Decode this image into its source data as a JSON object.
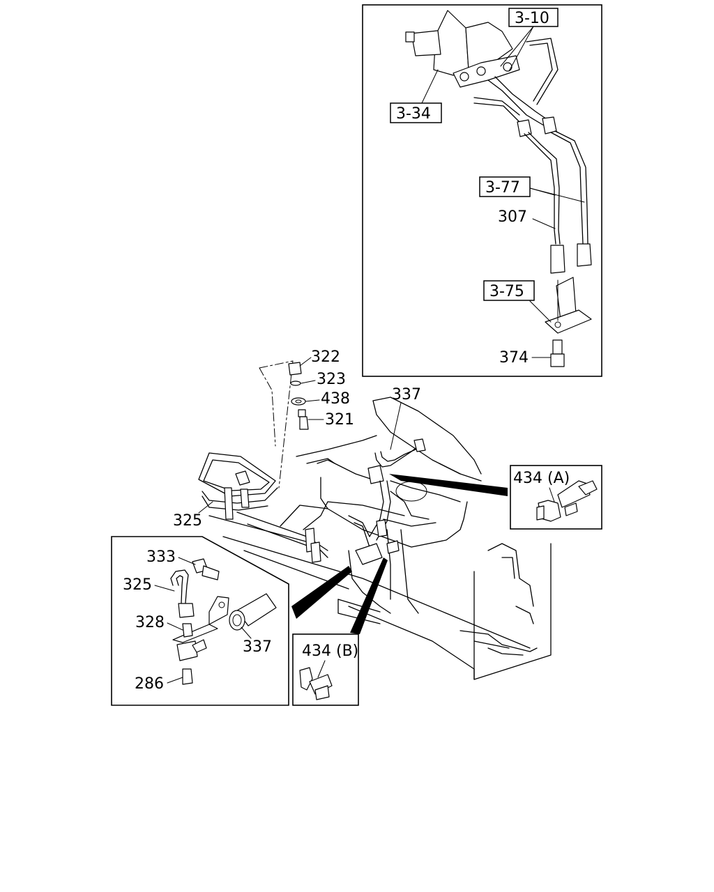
{
  "references": {
    "r310": "3-10",
    "r334": "3-34",
    "r377": "3-77",
    "r375": "3-75"
  },
  "labels": {
    "p307": "307",
    "p374": "374",
    "p322": "322",
    "p323": "323",
    "p438": "438",
    "p321": "321",
    "p337_main": "337",
    "p325_main": "325",
    "p434a": "434 (A)",
    "p333": "333",
    "p325_detail": "325",
    "p328": "328",
    "p337_detail": "337",
    "p286": "286",
    "p434b": "434 (B)"
  }
}
